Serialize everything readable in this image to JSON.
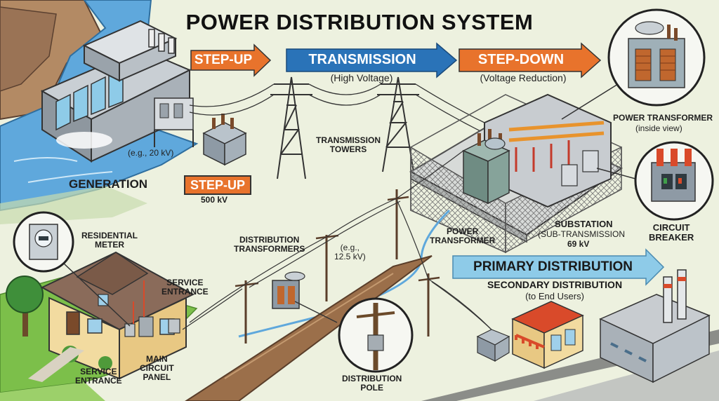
{
  "title": "POWER DISTRIBUTION SYSTEM",
  "arrows": {
    "step_up": "STEP-UP",
    "transmission": "TRANSMISSION",
    "transmission_sub": "(High Voltage)",
    "step_down": "STEP-DOWN",
    "step_down_sub": "(Voltage Reduction)",
    "primary": "PRIMARY DISTRIBUTION",
    "secondary": "SECONDARY DISTRIBUTION",
    "secondary_sub": "(to End Users)"
  },
  "labels": {
    "generation": "GENERATION",
    "gen_voltage": "(e.g., 20 kV)",
    "step_up_box": "STEP-UP",
    "step_up_voltage": "500 kV",
    "towers": "TRANSMISSION\nTOWERS",
    "power_transformer_callout": "POWER TRANSFORMER",
    "power_transformer_callout_sub": "(inside view)",
    "circuit_breaker": "CIRCUIT\nBREAKER",
    "substation": "SUBSTATION",
    "substation_sub": "(SUB-TRANSMISSION",
    "substation_voltage": "69 kV",
    "power_transformer": "POWER\nTRANSFORMER",
    "distribution_transformers": "DISTRIBUTION\nTRANSFORMERS",
    "dist_voltage": "(e.g.,\n12.5 kV)",
    "residential_meter": "RESIDENTIAL\nMETER",
    "service_entrance_top": "SERVICE\nENTRANCE",
    "service_entrance_bottom": "SERVICE\nENTRANCE",
    "main_panel": "MAIN\nCIRCUIT\nPANEL",
    "distribution_pole": "DISTRIBUTION\nPOLE"
  },
  "colors": {
    "orange": "#e8732c",
    "blue": "#2a73b8",
    "light_blue": "#8ecbe8",
    "water": "#5fa8dc",
    "grass": "#7cbf4a"
  }
}
